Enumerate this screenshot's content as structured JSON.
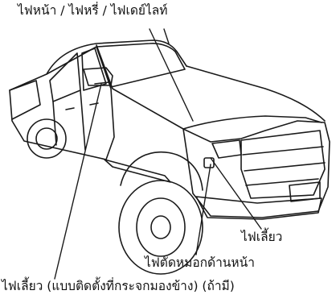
{
  "diagram": {
    "callouts": {
      "headlights": "ไฟหน้า / ไฟหรี่ / ไฟเดย์ไลท์",
      "turn_signal": "ไฟเลี้ยว",
      "front_fog": "ไฟตัดหมอกด้านหน้า",
      "mirror_turn_signal": "ไฟเลี้ยว (แบบติดตั้งที่กระจกมองข้าง) (ถ้ามี)"
    },
    "colors": {
      "line": "#1a1a1a",
      "background": "#ffffff"
    }
  }
}
